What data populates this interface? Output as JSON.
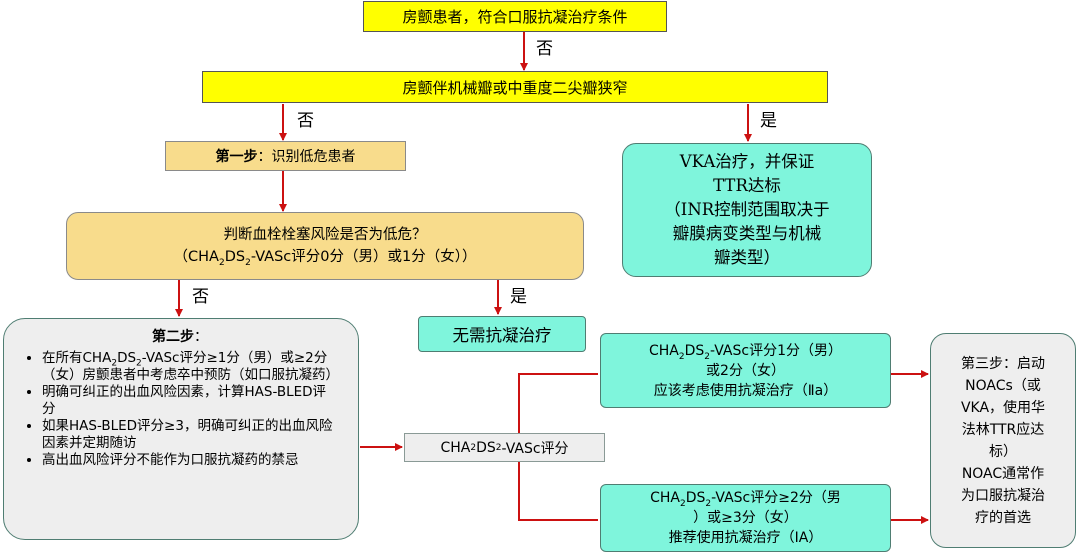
{
  "colors": {
    "arrow": "#cc1111",
    "yellow_box": "#ffff00",
    "tan_box": "#f8dc8c",
    "green_box": "#7ff5dc",
    "grey_box": "#eeeeee"
  },
  "nodes": {
    "start": "房颤患者，符合口服抗凝治疗条件",
    "valve": "房颤伴机械瓣或中重度二尖瓣狭窄",
    "step1_bold": "第一步",
    "step1_rest": "：识别低危患者",
    "vka": [
      "VKA治疗，并保证",
      "TTR达标",
      "（INR控制范围取决于",
      "瓣膜病变类型与机械",
      "瓣类型）"
    ],
    "judge_line1": "判断血栓栓塞风险是否为低危？",
    "judge_line2_pre": "（CHA",
    "judge_line2_sub1": "2",
    "judge_line2_mid": "DS",
    "judge_line2_sub2": "2",
    "judge_line2_post": "-VASc评分0分（男）或1分（女））",
    "no_anticoag": "无需抗凝治疗",
    "step2_title_bold": "第二步",
    "step2_title_rest": "：",
    "step2_bullets": {
      "b1_pre": "在所有CHA",
      "b1_sub1": "2",
      "b1_mid": "DS",
      "b1_sub2": "2",
      "b1_post": "-VASc评分≥1分（男）或≥2分（女）房颤患者中考虑卒中预防（如口服抗凝药）",
      "b2": "明确可纠正的出血风险因素，计算HAS-BLED评分",
      "b3": "如果HAS-BLED评分≥3，明确可纠正的出血风险因素并定期随访",
      "b4": "高出血风险评分不能作为口服抗凝药的禁忌"
    },
    "score_pre": "CHA",
    "score_sub1": "2",
    "score_mid": "DS",
    "score_sub2": "2",
    "score_post": "-VASc评分",
    "upper_l1_pre": "CHA",
    "upper_l1_sub1": "2",
    "upper_l1_mid": "DS",
    "upper_l1_sub2": "2",
    "upper_l1_post": "-VASc评分1分（男）",
    "upper_l2": "或2分（女）",
    "upper_l3": "应该考虑使用抗凝治疗（Ⅱa）",
    "lower_l1_pre": "CHA",
    "lower_l1_sub1": "2",
    "lower_l1_mid": "DS",
    "lower_l1_sub2": "2",
    "lower_l1_post": "-VASc评分≥2分（男",
    "lower_l2": "）或≥3分（女）",
    "lower_l3": "推荐使用抗凝治疗（ⅠA）",
    "step3": [
      "第三步：启动",
      "NOACs（或",
      "VKA，使用华",
      "法林TTR应达",
      "标）",
      "NOAC通常作",
      "为口服抗凝治",
      "疗的首选"
    ]
  },
  "edge_labels": {
    "no1": "否",
    "no2": "否",
    "yes1": "是",
    "no3": "否",
    "yes2": "是"
  }
}
